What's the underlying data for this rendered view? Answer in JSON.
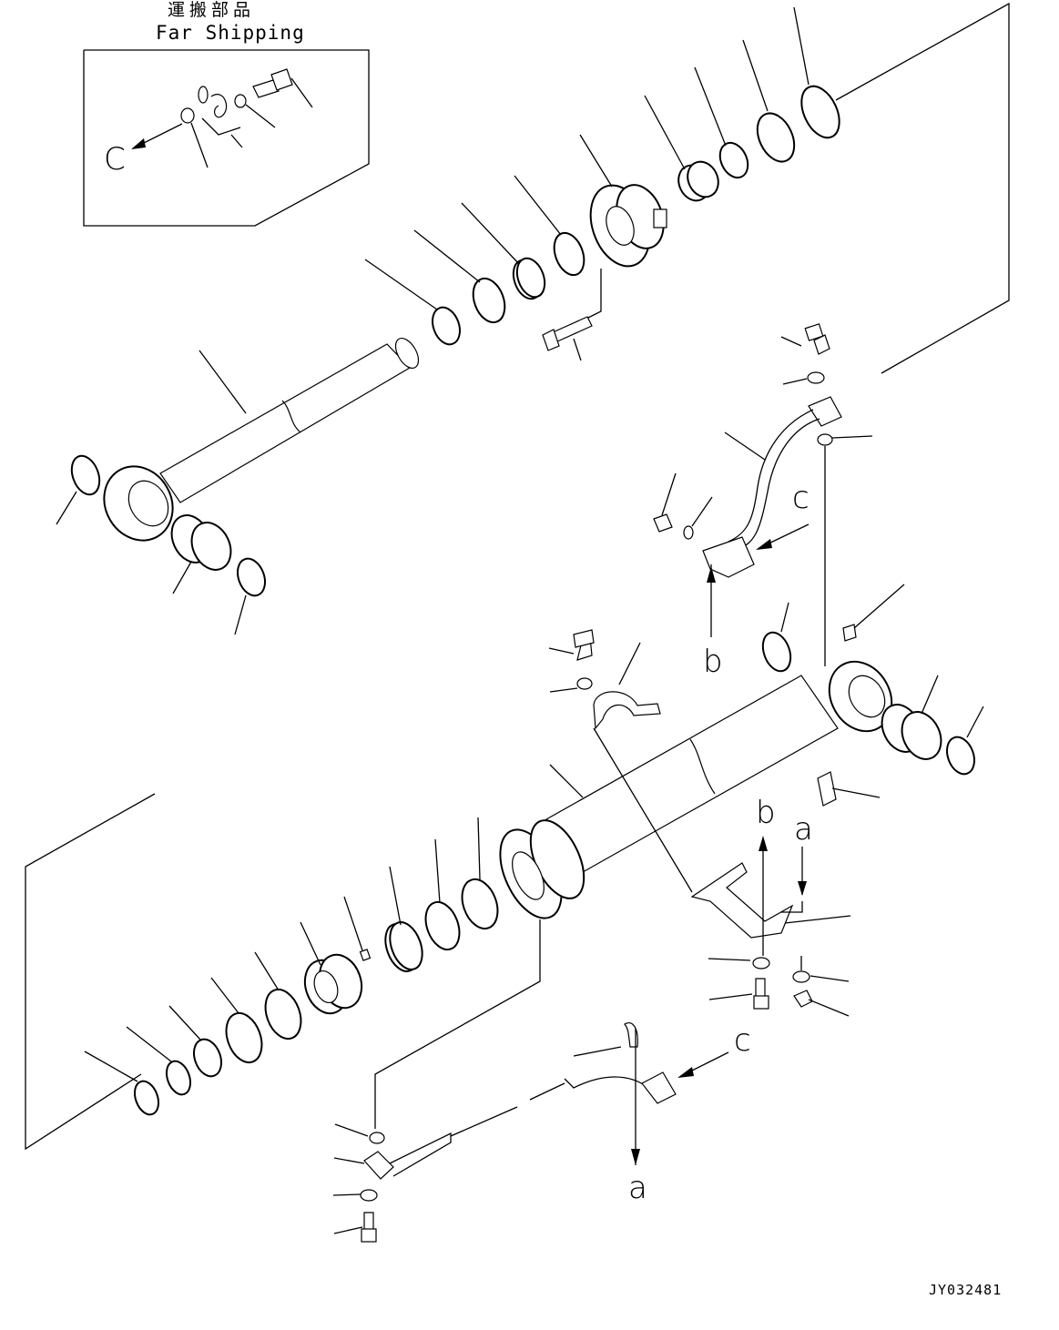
{
  "header": {
    "jp": "運搬部品",
    "en": "Far Shipping"
  },
  "drawing_id": "JY032481",
  "callouts": {
    "c_inset": "C",
    "c_pipe": "c",
    "b_pipe": "b",
    "b_plate": "b",
    "a_plate": "a",
    "c_hose": "c",
    "a_hose": "a"
  },
  "colors": {
    "ink": "#000000",
    "paper": "#ffffff"
  }
}
